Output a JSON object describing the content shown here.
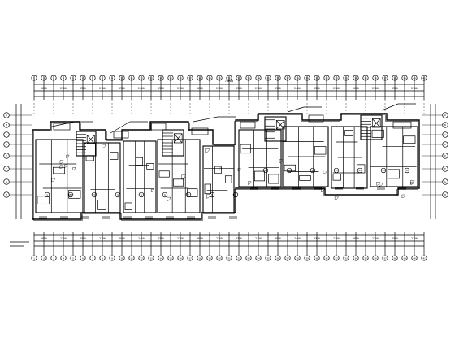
{
  "drawing": {
    "kind": "architectural floor plan (CAD linework)",
    "background": "#ffffff",
    "line_color": "#000000",
    "grid_bubble_labels_top": [
      "1",
      "2",
      "3",
      "4",
      "5",
      "6",
      "7",
      "8",
      "9",
      "10",
      "11",
      "12",
      "13",
      "14",
      "15",
      "16",
      "17",
      "18",
      "19",
      "20",
      "21",
      "22",
      "23",
      "24",
      "25",
      "26",
      "27",
      "28",
      "29",
      "30",
      "31",
      "32",
      "33",
      "34",
      "35",
      "36",
      "37",
      "38",
      "39",
      "40",
      "41"
    ],
    "grid_bubble_labels_bottom": [
      "1",
      "2",
      "3",
      "4",
      "5",
      "6",
      "7",
      "8",
      "9",
      "10",
      "11",
      "12",
      "13",
      "14",
      "15",
      "16",
      "17",
      "18",
      "19",
      "20",
      "21",
      "22",
      "23",
      "24",
      "25",
      "26",
      "27",
      "28",
      "29",
      "30",
      "31",
      "32",
      "33",
      "34",
      "35",
      "36",
      "37",
      "38",
      "39",
      "40",
      "41"
    ],
    "grid_bubble_labels_side": [
      "A",
      "B",
      "C",
      "D",
      "E",
      "F",
      "G",
      "H"
    ],
    "dimension_text_top": [
      "3600",
      "2700",
      "3300",
      "2100",
      "3900",
      "2400",
      "3300",
      "2700",
      "3600",
      "2700",
      "3300",
      "2100",
      "3900",
      "2400",
      "3300",
      "2700",
      "3600",
      "2700",
      "3300",
      "2100"
    ],
    "dimension_text_bottom": [
      "3600",
      "2700",
      "3300",
      "2100",
      "3900",
      "2400",
      "3300",
      "2700",
      "3600",
      "2700",
      "3300",
      "2100",
      "3900",
      "2400",
      "3300",
      "2700",
      "3600",
      "2700",
      "3300",
      "2100"
    ],
    "overall_dimension": "75600",
    "room_tags": [
      "1",
      "2",
      "3",
      "4",
      "5",
      "6",
      "7",
      "8",
      "9",
      "10",
      "11",
      "12",
      "13",
      "14",
      "15",
      "16"
    ]
  }
}
